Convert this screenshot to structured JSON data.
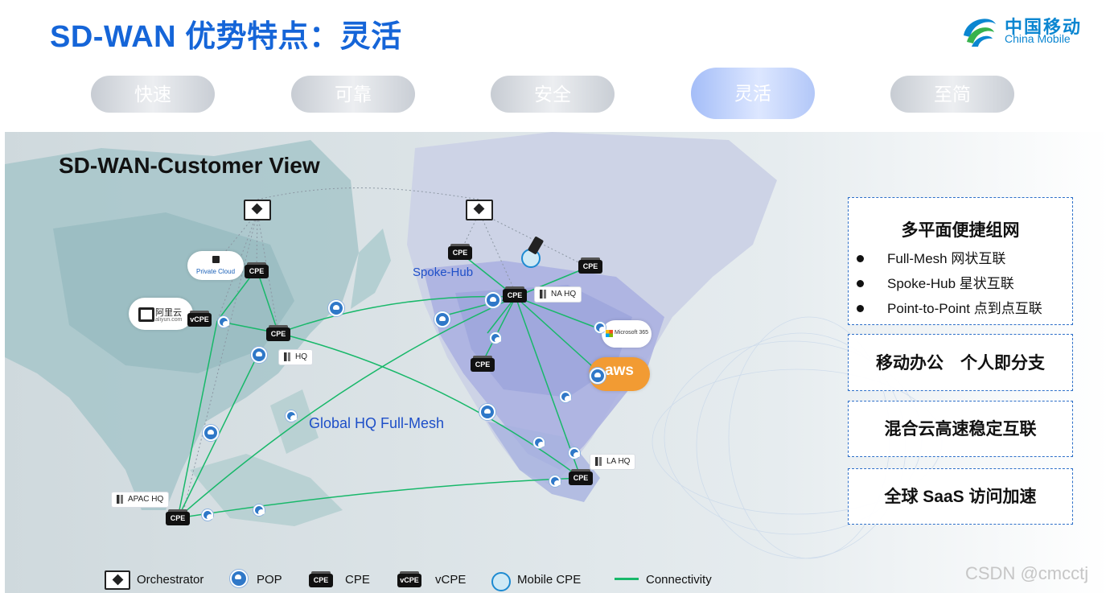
{
  "header": {
    "title": "SD-WAN 优势特点：灵活",
    "logo_cn": "中国移动",
    "logo_en": "China Mobile"
  },
  "tabs": [
    {
      "label": "快速",
      "active": false
    },
    {
      "label": "可靠",
      "active": false
    },
    {
      "label": "安全",
      "active": false
    },
    {
      "label": "灵活",
      "active": true
    },
    {
      "label": "至简",
      "active": false
    }
  ],
  "diagram": {
    "title": "SD-WAN-Customer View",
    "spoke_hub_label": "Spoke-Hub",
    "full_mesh_label": "Global HQ Full-Mesh",
    "private_cloud_label": "Private Cloud",
    "aliyun_label": "阿里云",
    "aliyun_sub": "aliyun.com",
    "microsoft_label": "Microsoft 365",
    "aws_label": "aws",
    "cpe_text": "CPE",
    "vcpe_text": "vCPE",
    "sites": {
      "hq": "HQ",
      "na_hq": "NA HQ",
      "la_hq": "LA HQ",
      "apac_hq": "APAC HQ"
    }
  },
  "panels": {
    "networking": {
      "title": "多平面便捷组网",
      "items": [
        "Full-Mesh 网状互联",
        "Spoke-Hub 星状互联",
        "Point-to-Point 点到点互联"
      ]
    },
    "mobile_office": "移动办公　个人即分支",
    "hybrid_cloud": "混合云高速稳定互联",
    "saas": "全球 SaaS 访问加速"
  },
  "legend": {
    "orchestrator": "Orchestrator",
    "pop": "POP",
    "cpe": "CPE",
    "vcpe": "vCPE",
    "mobile_cpe": "Mobile CPE",
    "connectivity": "Connectivity"
  },
  "watermark": "CSDN @cmcctj",
  "colors": {
    "title_blue": "#1565d8",
    "link_green": "#18b86a",
    "panel_border": "#2d6fc9",
    "active_tab": "#b8cbfa",
    "pop_blue": "#2f78c8"
  }
}
